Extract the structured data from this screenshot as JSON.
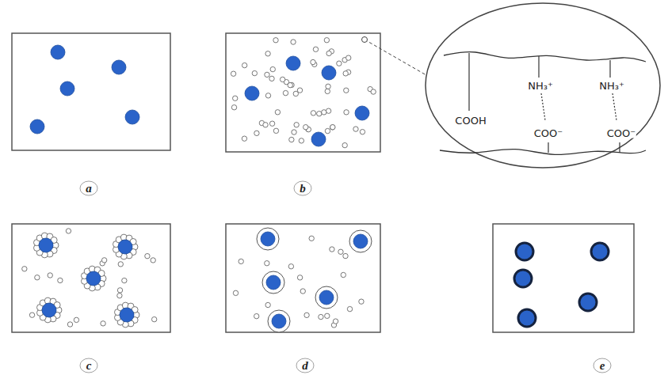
{
  "diagram": {
    "labels": [
      "a",
      "b",
      "c",
      "d",
      "e",
      "COOH",
      "NH₃⁺",
      "COO⁻",
      "NH₃⁺",
      "COO⁻"
    ]
  }
}
